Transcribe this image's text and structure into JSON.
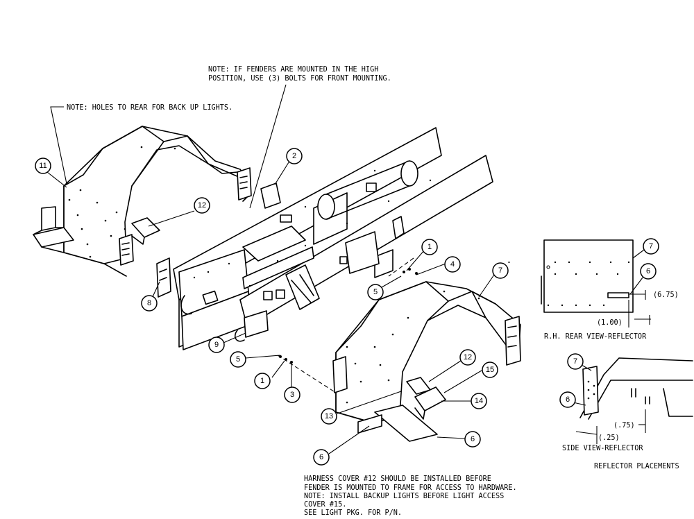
{
  "notes": {
    "high_mount": [
      "NOTE: IF FENDERS ARE MOUNTED IN THE HIGH",
      "POSITION, USE (3) BOLTS FOR FRONT MOUNTING."
    ],
    "rear_holes": "NOTE: HOLES TO REAR FOR BACK UP LIGHTS.",
    "harness": [
      "HARNESS COVER #12 SHOULD BE INSTALLED BEFORE",
      "FENDER IS MOUNTED TO FRAME FOR ACCESS TO HARDWARE.",
      "NOTE: INSTALL BACKUP LIGHTS BEFORE LIGHT ACCESS",
      "COVER #15.",
      "SEE LIGHT PKG. FOR P/N."
    ]
  },
  "callouts": {
    "c11": "11",
    "c2": "2",
    "c12a": "12",
    "c1a": "1",
    "c4": "4",
    "c5a": "5",
    "c7a": "7",
    "c8": "8",
    "c9": "9",
    "c5b": "5",
    "c1b": "1",
    "c3": "3",
    "c12b": "12",
    "c15": "15",
    "c14": "14",
    "c13": "13",
    "c6a": "6",
    "c6b": "6",
    "c7b": "7",
    "c6c": "6",
    "c7c": "7",
    "c6d": "6"
  },
  "views": {
    "rear_view_title": "R.H. REAR VIEW-REFLECTOR",
    "side_view_title": "SIDE VIEW-REFLECTOR",
    "placements_title": "REFLECTOR PLACEMENTS",
    "dims": {
      "d675": "(6.75)",
      "d100": "(1.00)",
      "d075": "(.75)",
      "d025": "(.25)"
    }
  }
}
